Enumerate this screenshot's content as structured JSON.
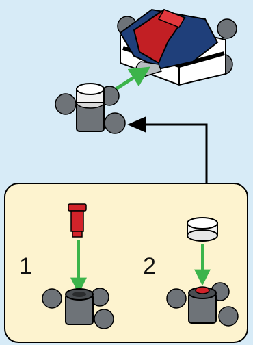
{
  "instruction_page": {
    "background_color": "#d7ebf7",
    "subassembly_panel_color": "#fdf3cf",
    "arrow_color": "#3cb44b",
    "steps": [
      {
        "number": "1"
      },
      {
        "number": "2"
      }
    ],
    "parts": [
      {
        "name": "red-axle-pin",
        "color": "#d2232a"
      },
      {
        "name": "white-round-tile",
        "color": "#f2f2f2"
      },
      {
        "name": "gray-hub-with-balls",
        "color": "#6e7378"
      },
      {
        "name": "vehicle-model",
        "colors": [
          "#c21f24",
          "#1f3f7a",
          "#ffffff",
          "#6e7378"
        ]
      }
    ]
  }
}
